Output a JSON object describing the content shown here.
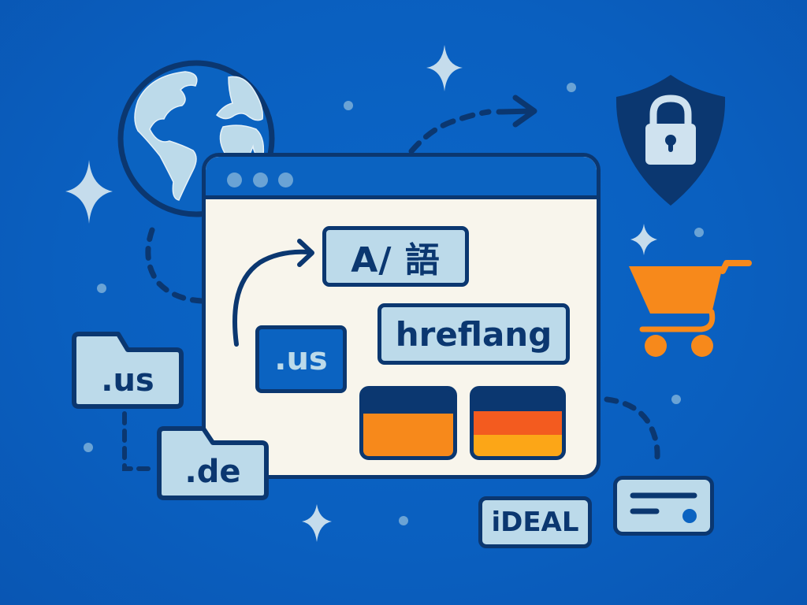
{
  "scene": {
    "description": "Illustration of international e-commerce localization: browser window with language and hreflang chips, country domain folders, payment badges, globe, shield lock and shopping cart",
    "colors": {
      "background": "#0a63c4",
      "outline": "#0b3770",
      "light_fill": "#bcdaea",
      "browser_content": "#f8f5ec",
      "accent_orange": "#f7891b",
      "flag_red_orange": "#f35b1f",
      "flag_yellow": "#fca617",
      "decor_dot": "#6aa3d5"
    }
  },
  "browser": {
    "window_dots": [
      "dot",
      "dot",
      "dot"
    ],
    "language_chip": "A/ 語",
    "hreflang_chip": "hreflang",
    "domain_chip": ".us",
    "flags": [
      {
        "name": "flag-1",
        "stripes": [
          "#0b3770",
          "#f7891b"
        ]
      },
      {
        "name": "flag-2",
        "stripes": [
          "#0b3770",
          "#f35b1f",
          "#fca617"
        ]
      }
    ]
  },
  "folders": [
    {
      "label": ".us"
    },
    {
      "label": ".de"
    }
  ],
  "payments": {
    "ideal_label": "iDEAL",
    "card_icon": "credit-card-icon"
  },
  "icons": {
    "globe": "globe-icon",
    "shield": "shield-lock-icon",
    "cart": "shopping-cart-icon",
    "sparkles": "sparkle-icon"
  }
}
